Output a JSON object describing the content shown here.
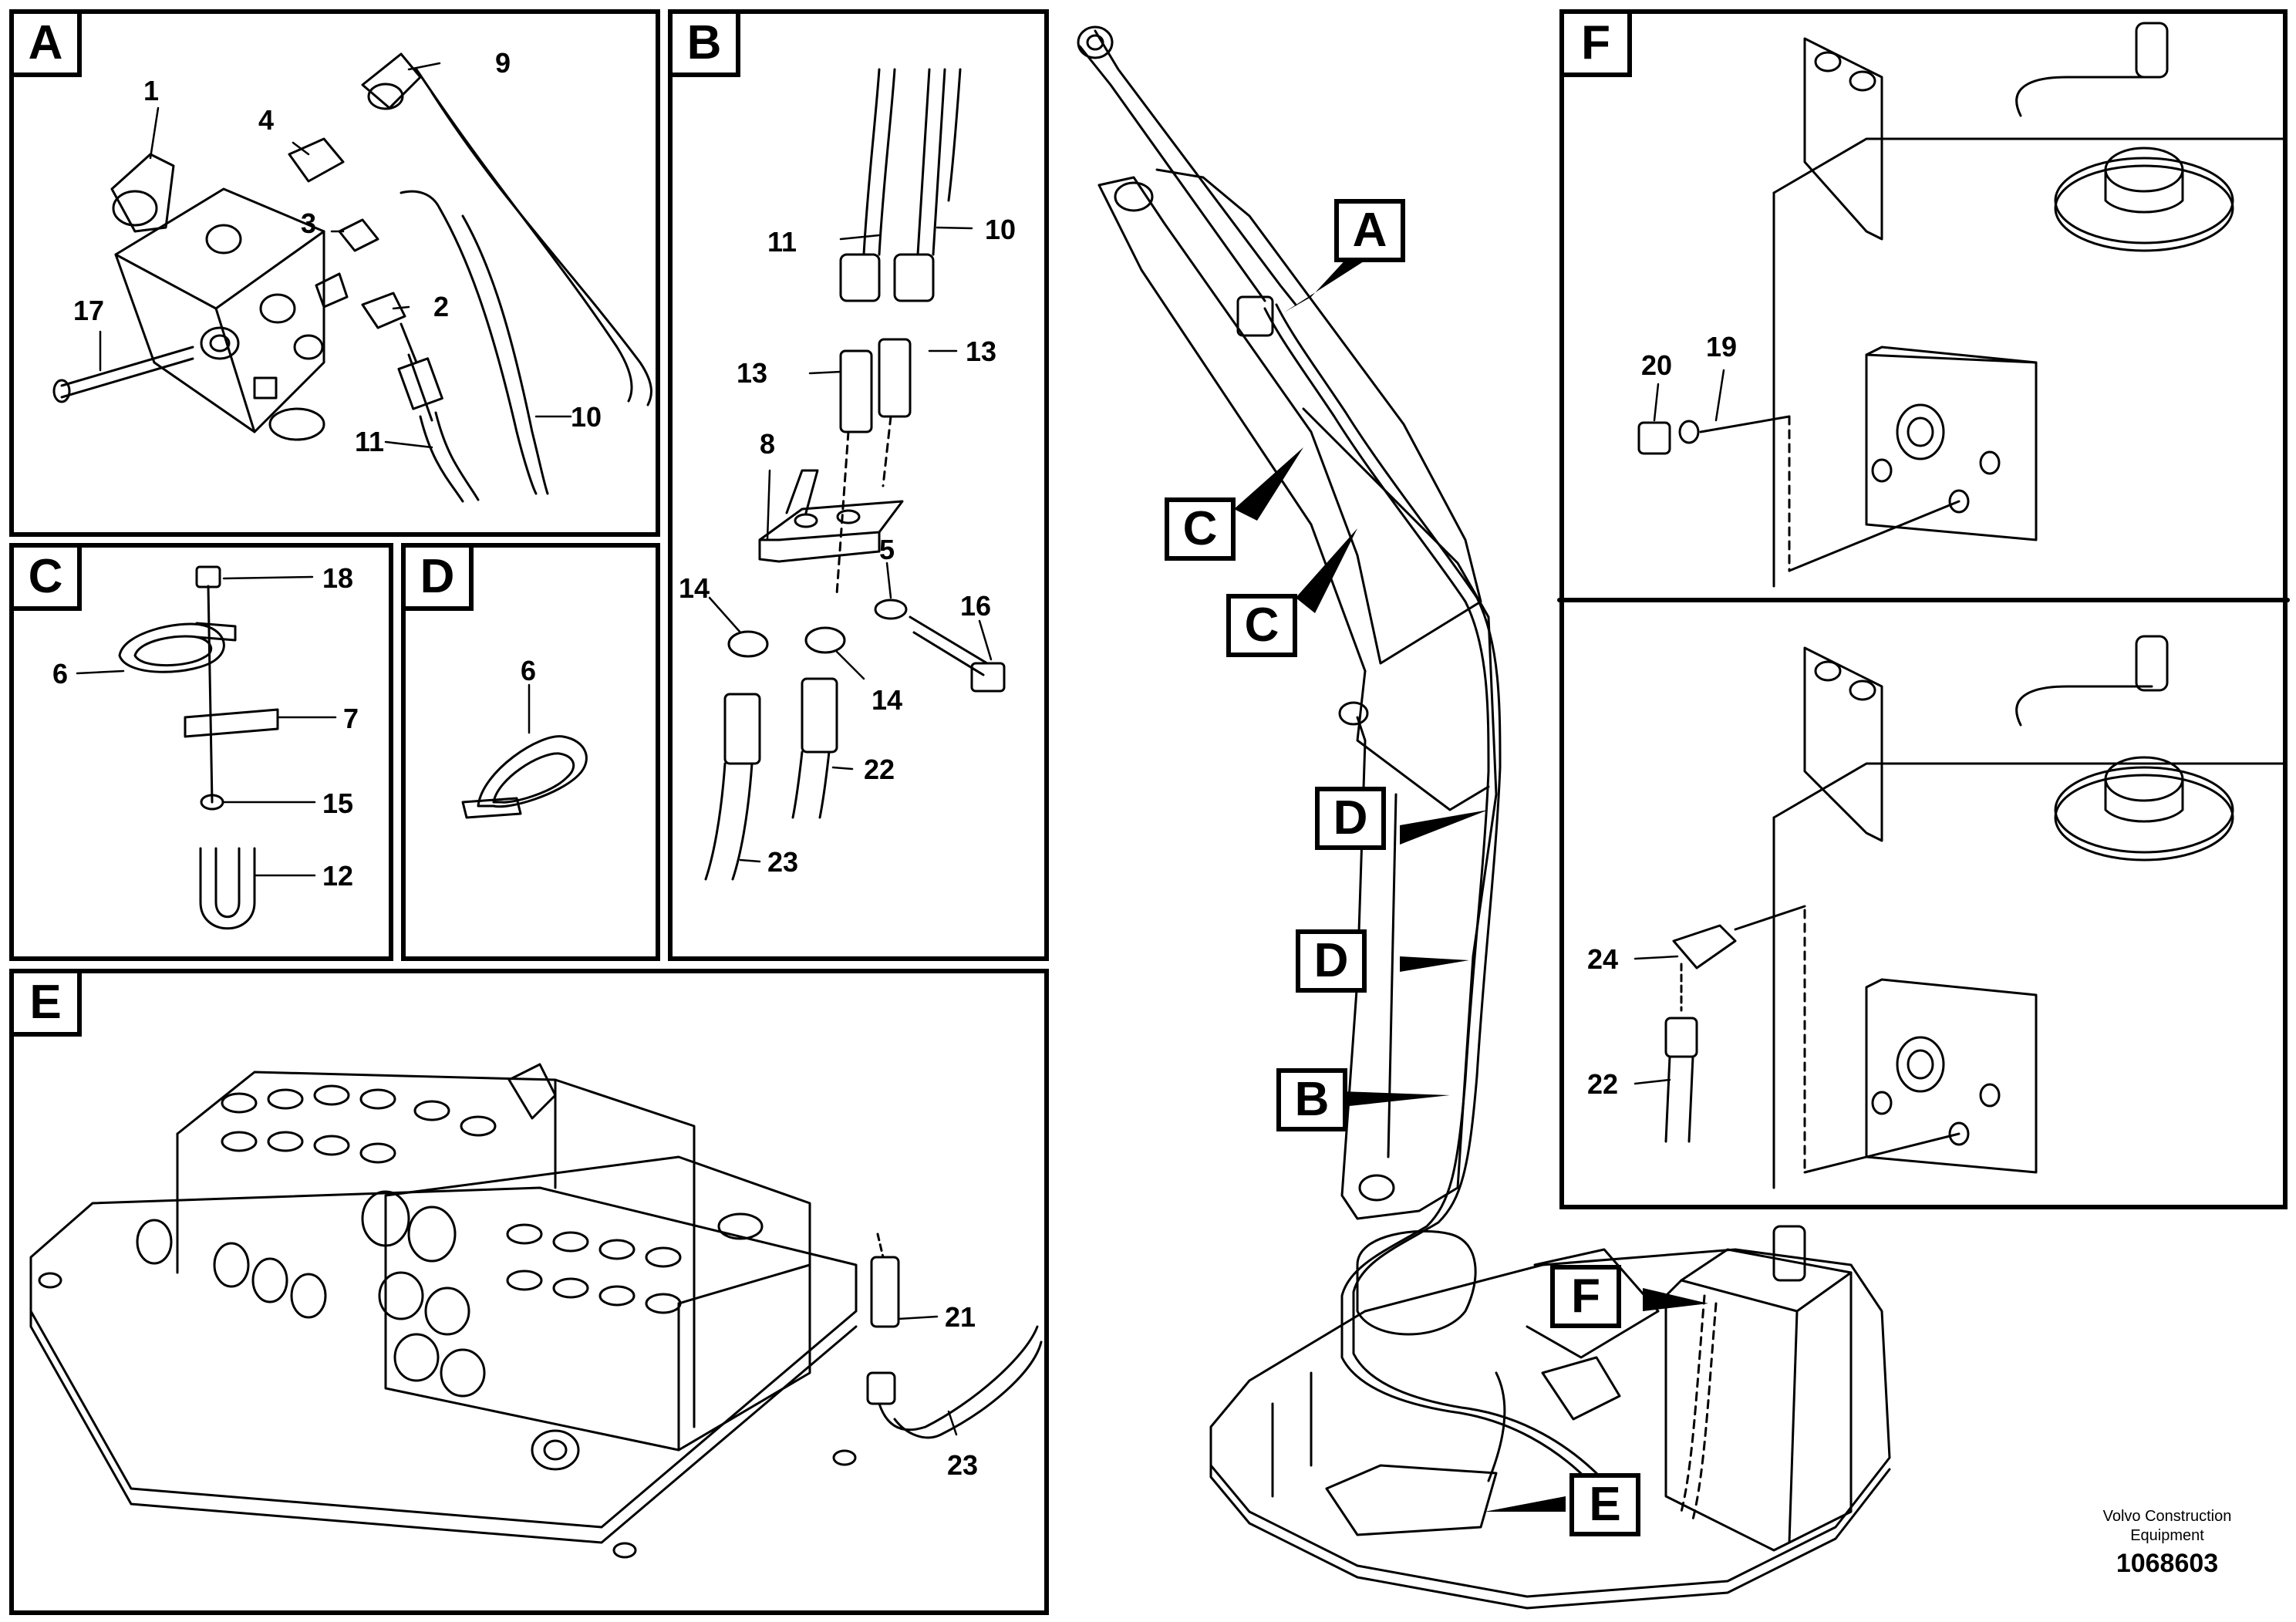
{
  "panels": {
    "A": {
      "label": "A",
      "parts": [
        "1",
        "4",
        "9",
        "3",
        "2",
        "17",
        "10",
        "11"
      ]
    },
    "B": {
      "label": "B",
      "parts": [
        "11",
        "10",
        "13",
        "13",
        "8",
        "5",
        "16",
        "14",
        "14",
        "22",
        "23"
      ]
    },
    "C": {
      "label": "C",
      "parts": [
        "18",
        "6",
        "7",
        "15",
        "12"
      ]
    },
    "D": {
      "label": "D",
      "parts": [
        "6"
      ]
    },
    "E": {
      "label": "E",
      "parts": [
        "21",
        "23"
      ]
    },
    "F": {
      "label": "F",
      "parts": [
        "20",
        "19",
        "24",
        "22"
      ]
    }
  },
  "callouts": [
    "A",
    "C",
    "C",
    "D",
    "D",
    "B",
    "F",
    "E"
  ],
  "footer": {
    "brand_line1": "Volvo Construction",
    "brand_line2": "Equipment",
    "drawing_number": "1068603"
  }
}
